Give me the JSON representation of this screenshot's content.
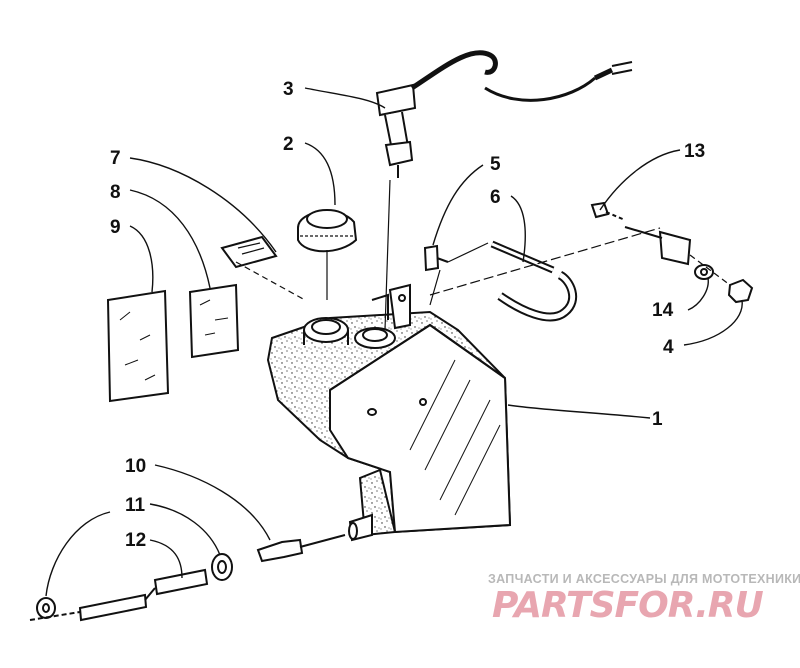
{
  "callouts": [
    {
      "id": "1",
      "text": "1"
    },
    {
      "id": "2",
      "text": "2"
    },
    {
      "id": "3",
      "text": "3"
    },
    {
      "id": "4",
      "text": "4"
    },
    {
      "id": "5",
      "text": "5"
    },
    {
      "id": "6",
      "text": "6"
    },
    {
      "id": "7",
      "text": "7"
    },
    {
      "id": "8",
      "text": "8"
    },
    {
      "id": "9",
      "text": "9"
    },
    {
      "id": "10",
      "text": "10"
    },
    {
      "id": "11",
      "text": "11"
    },
    {
      "id": "12",
      "text": "12"
    },
    {
      "id": "13",
      "text": "13"
    },
    {
      "id": "14",
      "text": "14"
    }
  ],
  "watermark": {
    "subtitle": "ЗАПЧАСТИ И АКСЕССУАРЫ ДЛЯ МОТОТЕХНИКИ",
    "logo": "PARTSFOR.RU"
  },
  "colors": {
    "ink": "#111111",
    "watermark_grey": "#b8b8b8",
    "watermark_pink": "#e8a6b0"
  }
}
